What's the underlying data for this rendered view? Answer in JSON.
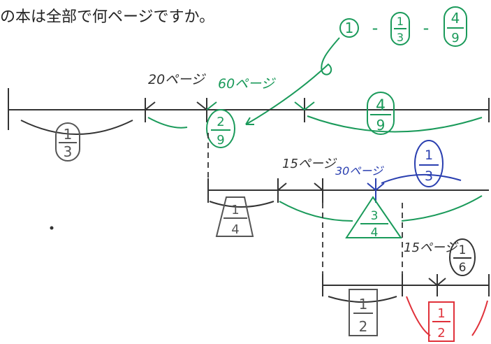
{
  "question": "の本は全部で何ページですか。",
  "formula": {
    "one": "1",
    "minus1": "-",
    "f1_num": "1",
    "f1_den": "3",
    "minus2": "-",
    "f2_num": "4",
    "f2_den": "9"
  },
  "annotations": {
    "pages_20": "20ページ",
    "pages_60": "60ページ",
    "pages_15a": "15ページ",
    "pages_30": "30ページ",
    "pages_15b": "15ページ"
  },
  "fractions": {
    "row1_a": {
      "num": "1",
      "den": "3"
    },
    "row1_b": {
      "num": "2",
      "den": "9"
    },
    "row1_c": {
      "num": "4",
      "den": "9"
    },
    "row2_a": {
      "num": "1",
      "den": "4"
    },
    "row2_b": {
      "num": "3",
      "den": "4"
    },
    "row2_c": {
      "num": "1",
      "den": "3"
    },
    "row3_a": {
      "num": "1",
      "den": "2"
    },
    "row3_b": {
      "num": "1",
      "den": "2"
    },
    "row3_c": {
      "num": "1",
      "den": "6"
    }
  },
  "colors": {
    "ink": "#333333",
    "green": "#1a9a5a",
    "blue": "#2a3fb0",
    "red": "#e0313a",
    "gray": "#555555"
  }
}
